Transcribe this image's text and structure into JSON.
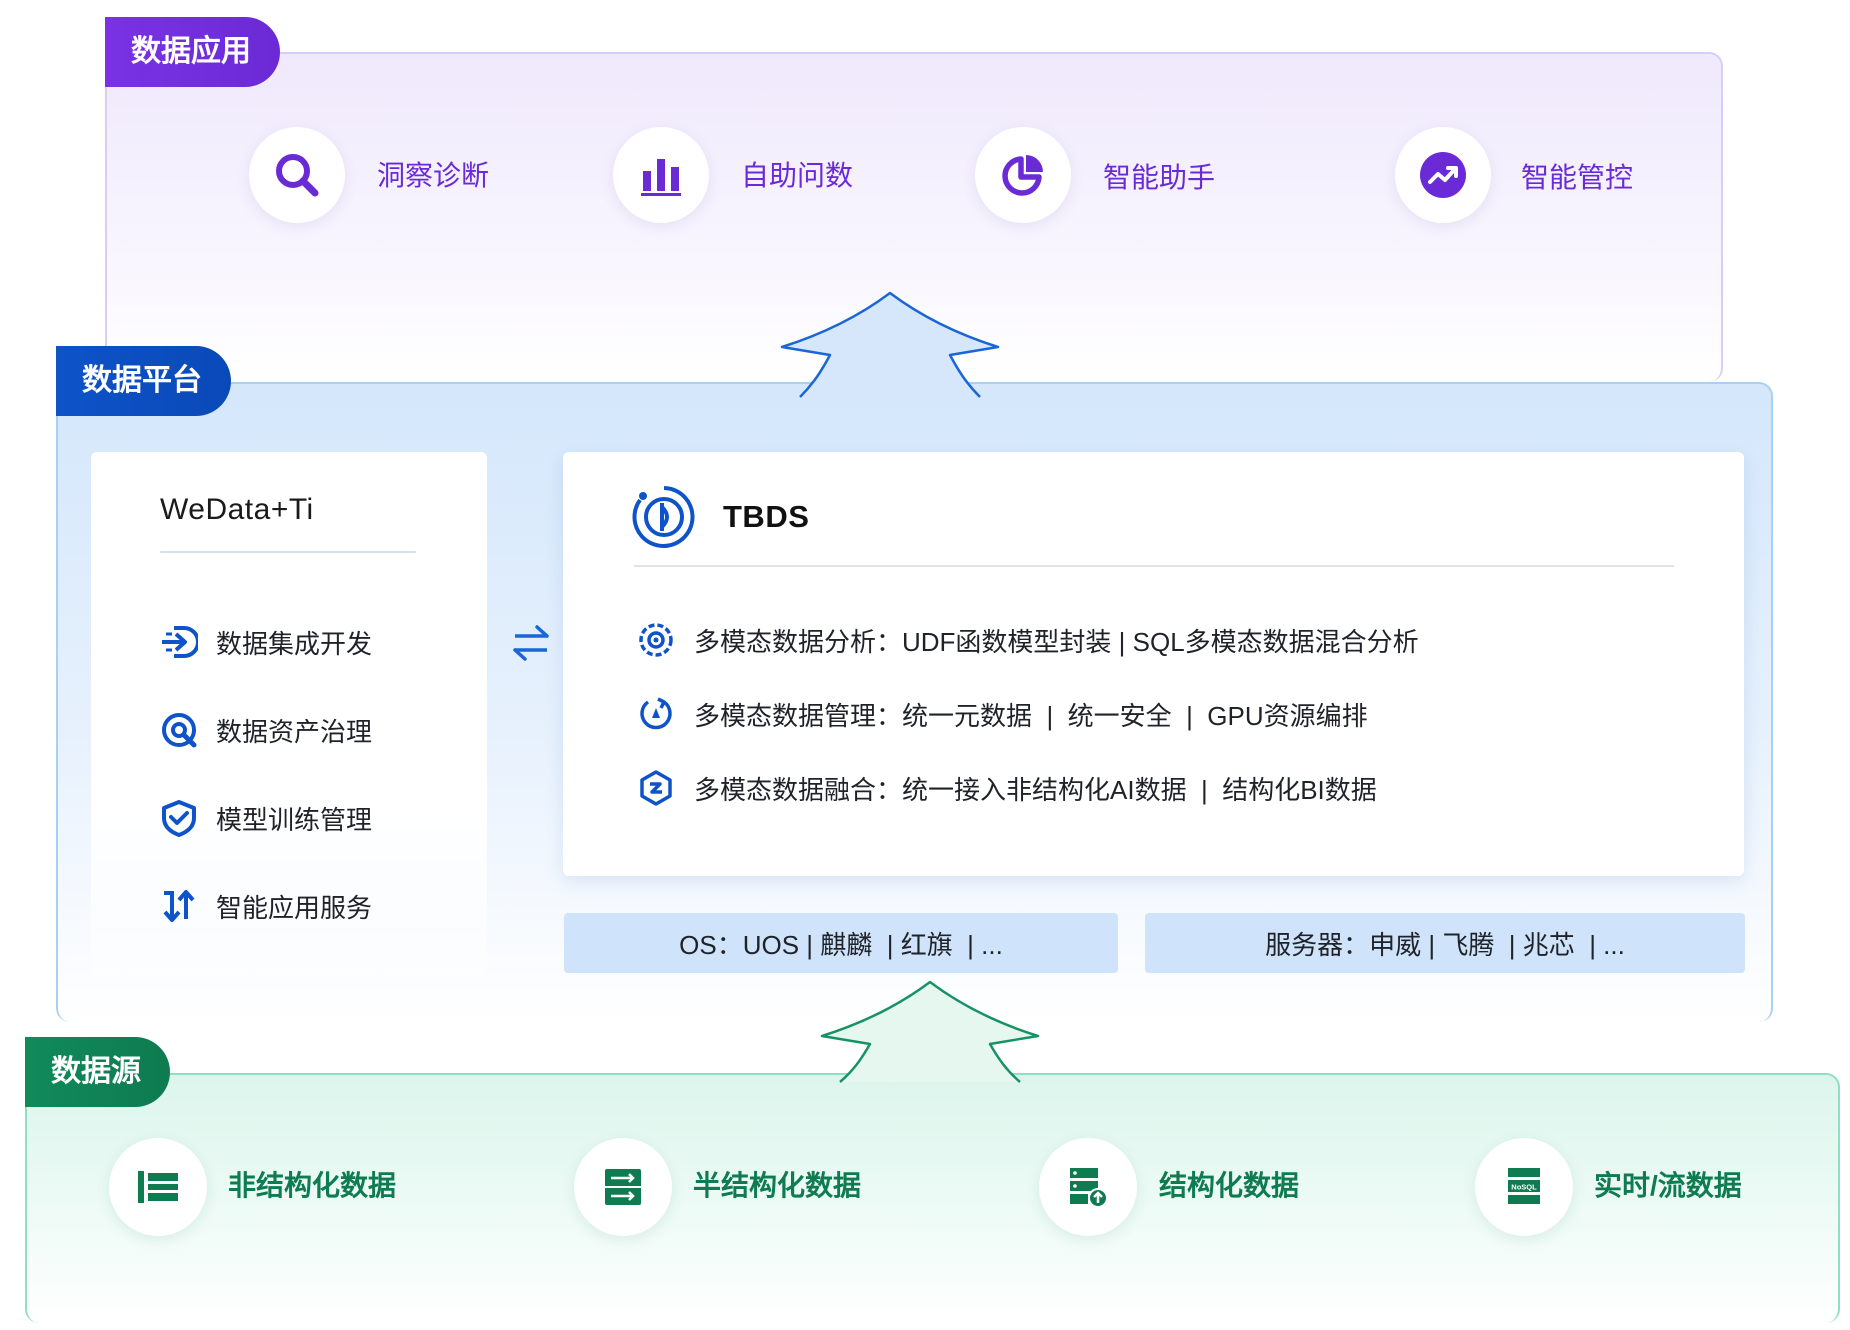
{
  "layers": {
    "application": {
      "tab": "数据应用",
      "items": [
        {
          "label": "洞察诊断",
          "icon": "search-icon"
        },
        {
          "label": "自助问数",
          "icon": "bar-chart-icon"
        },
        {
          "label": "智能助手",
          "icon": "pie-chart-icon"
        },
        {
          "label": "智能管控",
          "icon": "trend-up-icon"
        }
      ]
    },
    "platform": {
      "tab": "数据平台",
      "wedata": {
        "title": "WeData+Ti",
        "items": [
          {
            "label": "数据集成开发",
            "icon": "integration-arrow-icon"
          },
          {
            "label": "数据资产治理",
            "icon": "governance-gear-icon"
          },
          {
            "label": "模型训练管理",
            "icon": "shield-check-icon"
          },
          {
            "label": "智能应用服务",
            "icon": "swap-arrows-icon"
          }
        ]
      },
      "tbds": {
        "title": "TBDS",
        "items": [
          {
            "label": "多模态数据分析：UDF函数模型封装 | SQL多模态数据混合分析",
            "icon": "analysis-gear-icon"
          },
          {
            "label": "多模态数据管理：统一元数据  |  统一安全  |  GPU资源编排",
            "icon": "management-refresh-icon"
          },
          {
            "label": "多模态数据融合：统一接入非结构化AI数据  |  结构化BI数据",
            "icon": "fusion-hexagon-icon"
          }
        ]
      },
      "os": "OS：UOS | 麒麟  | 红旗  | ...",
      "server": "服务器：申威 | 飞腾  | 兆芯  | ..."
    },
    "source": {
      "tab": "数据源",
      "items": [
        {
          "label": "非结构化数据",
          "icon": "unstructured-data-icon"
        },
        {
          "label": "半结构化数据",
          "icon": "semi-structured-data-icon"
        },
        {
          "label": "结构化数据",
          "icon": "structured-database-icon"
        },
        {
          "label": "实时/流数据",
          "icon": "nosql-stream-icon",
          "badge": "NoSQL"
        }
      ]
    }
  },
  "colors": {
    "application": "#6a2bd7",
    "platform": "#0e53c9",
    "source": "#0e7b50",
    "app_arrow_fill": "#d6e6fb",
    "app_arrow_stroke": "#1a66d6",
    "source_arrow_fill": "#e6f7f0",
    "source_arrow_stroke": "#169366"
  }
}
